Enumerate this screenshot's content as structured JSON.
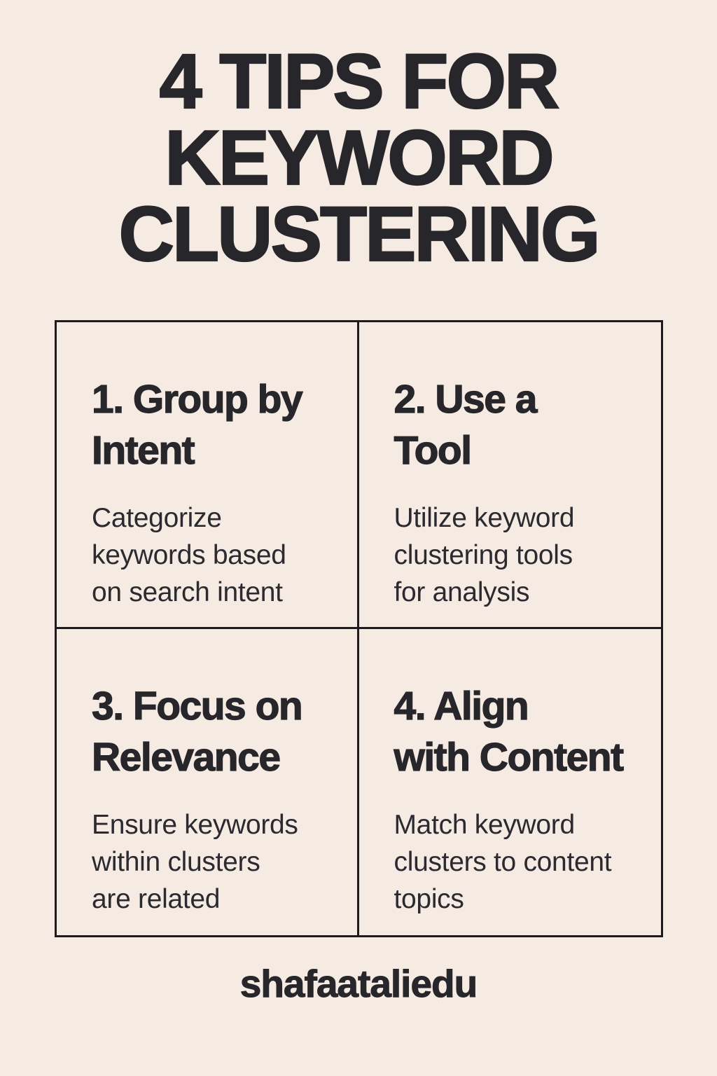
{
  "poster": {
    "colors": {
      "background": "#f5ebe2",
      "text": "#26262b",
      "border": "#1b1b20"
    },
    "title_lines": [
      "4 TIPS FOR",
      "KEYWORD",
      "CLUSTERING"
    ],
    "tips": [
      {
        "title_lines": [
          "1. Group by",
          "Intent"
        ],
        "description": "Categorize keywords based on search intent",
        "description_lines": [
          "Categorize",
          "keywords based",
          "on search intent"
        ]
      },
      {
        "title_lines": [
          "2. Use a",
          "Tool"
        ],
        "description": "Utilize keyword clustering tools for analysis",
        "description_lines": [
          "Utilize keyword",
          "clustering tools",
          "for analysis"
        ]
      },
      {
        "title_lines": [
          "3. Focus on",
          "Relevance"
        ],
        "description": "Ensure keywords within clusters are related",
        "description_lines": [
          "Ensure keywords",
          "within clusters",
          "are related"
        ]
      },
      {
        "title_lines": [
          "4. Align",
          "with Content"
        ],
        "description": "Match keyword clusters to content topics",
        "description_lines": [
          "Match keyword",
          "clusters to content",
          "topics"
        ]
      }
    ],
    "footer": "shafaataliedu"
  }
}
